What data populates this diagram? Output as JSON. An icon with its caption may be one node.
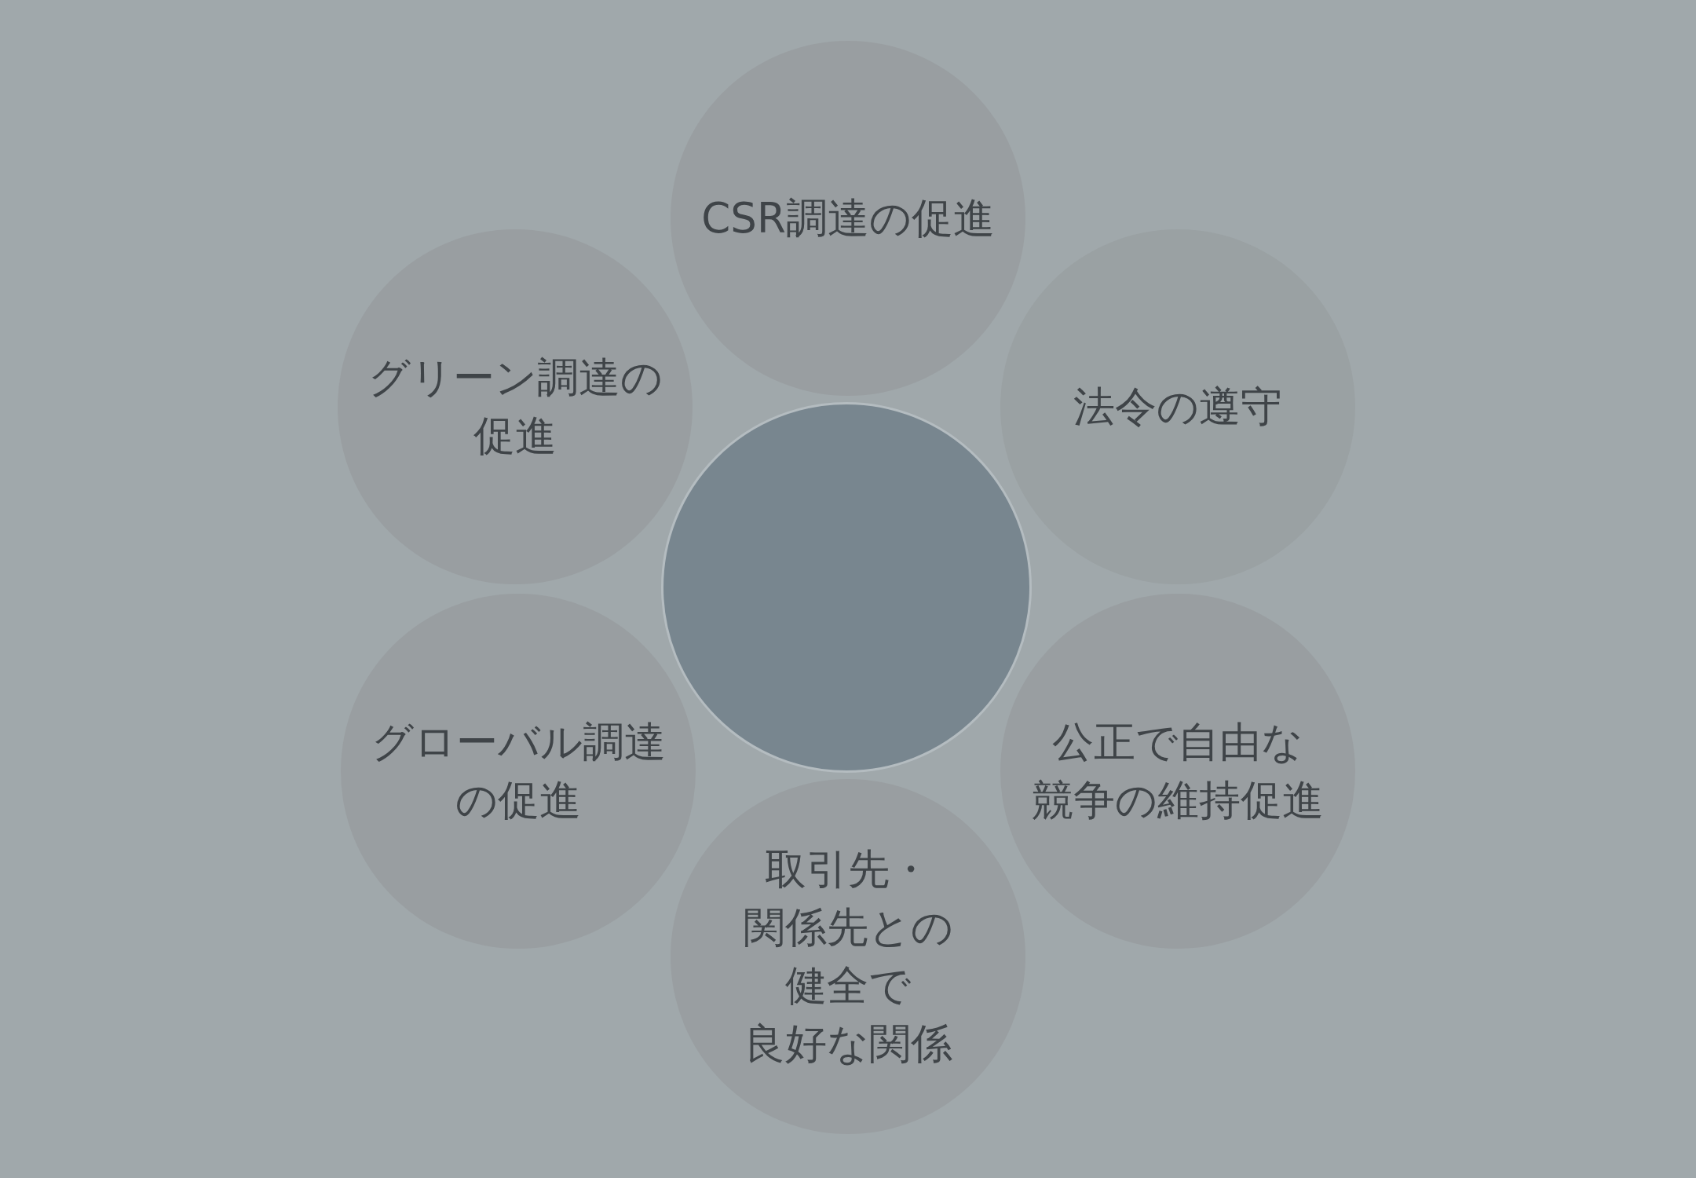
{
  "diagram": {
    "nodes": [
      {
        "text": [
          "CSR調達の促進"
        ]
      },
      {
        "text": [
          "グリーン調達の促進"
        ]
      },
      {
        "text": [
          "法令の遵守"
        ]
      },
      {
        "text": [],
        "shape": "circle"
      },
      {
        "text": [
          "グローバル調達の促進"
        ]
      },
      {
        "text": [
          "公正で自由な競争の維持促進"
        ]
      },
      {
        "text": [
          "取引先・関係先との健全で良好な関係"
        ]
      }
    ]
  }
}
